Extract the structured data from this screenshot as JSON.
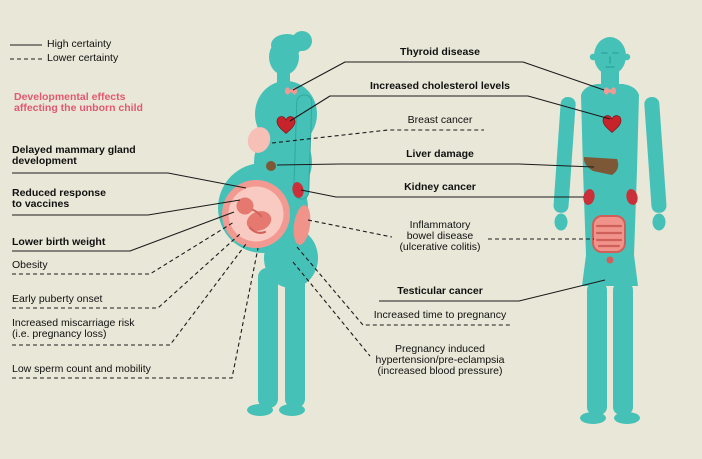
{
  "legend": {
    "high": "High certainty",
    "low": "Lower certainty"
  },
  "dev_note": "Developmental effects\naffecting the unborn child",
  "left_labels": [
    {
      "text": "Delayed mammary gland\ndevelopment",
      "certainty": "high"
    },
    {
      "text": "Reduced response\nto vaccines",
      "certainty": "high"
    },
    {
      "text": "Lower birth weight",
      "certainty": "high"
    },
    {
      "text": "Obesity",
      "certainty": "low"
    },
    {
      "text": "Early puberty onset",
      "certainty": "low"
    },
    {
      "text": "Increased miscarriage risk\n(i.e. pregnancy loss)",
      "certainty": "low"
    },
    {
      "text": "Low sperm count and mobility",
      "certainty": "low"
    }
  ],
  "center_labels": [
    {
      "text": "Thyroid disease",
      "certainty": "high"
    },
    {
      "text": "Increased cholesterol levels",
      "certainty": "high"
    },
    {
      "text": "Breast cancer",
      "certainty": "low"
    },
    {
      "text": "Liver damage",
      "certainty": "high"
    },
    {
      "text": "Kidney cancer",
      "certainty": "high"
    },
    {
      "text": "Inflammatory\nbowel disease\n(ulcerative colitis)",
      "certainty": "low"
    },
    {
      "text": "Testicular cancer",
      "certainty": "high"
    },
    {
      "text": "Increased time to pregnancy",
      "certainty": "low"
    },
    {
      "text": "Pregnancy induced\nhypertension/pre-eclampsia\n(increased blood pressure)",
      "certainty": "low"
    }
  ],
  "figures": {
    "left": "pregnant woman",
    "right": "man"
  },
  "colors": {
    "background": "#e9e7d8",
    "figure_teal": "#46c1b7",
    "organ_red": "#c6232b",
    "organ_pink": "#f0938b",
    "organ_light_pink": "#f7c0b7",
    "organ_brown": "#7d5836",
    "note_pink": "#e25871",
    "line_black": "#1b1b1b"
  }
}
